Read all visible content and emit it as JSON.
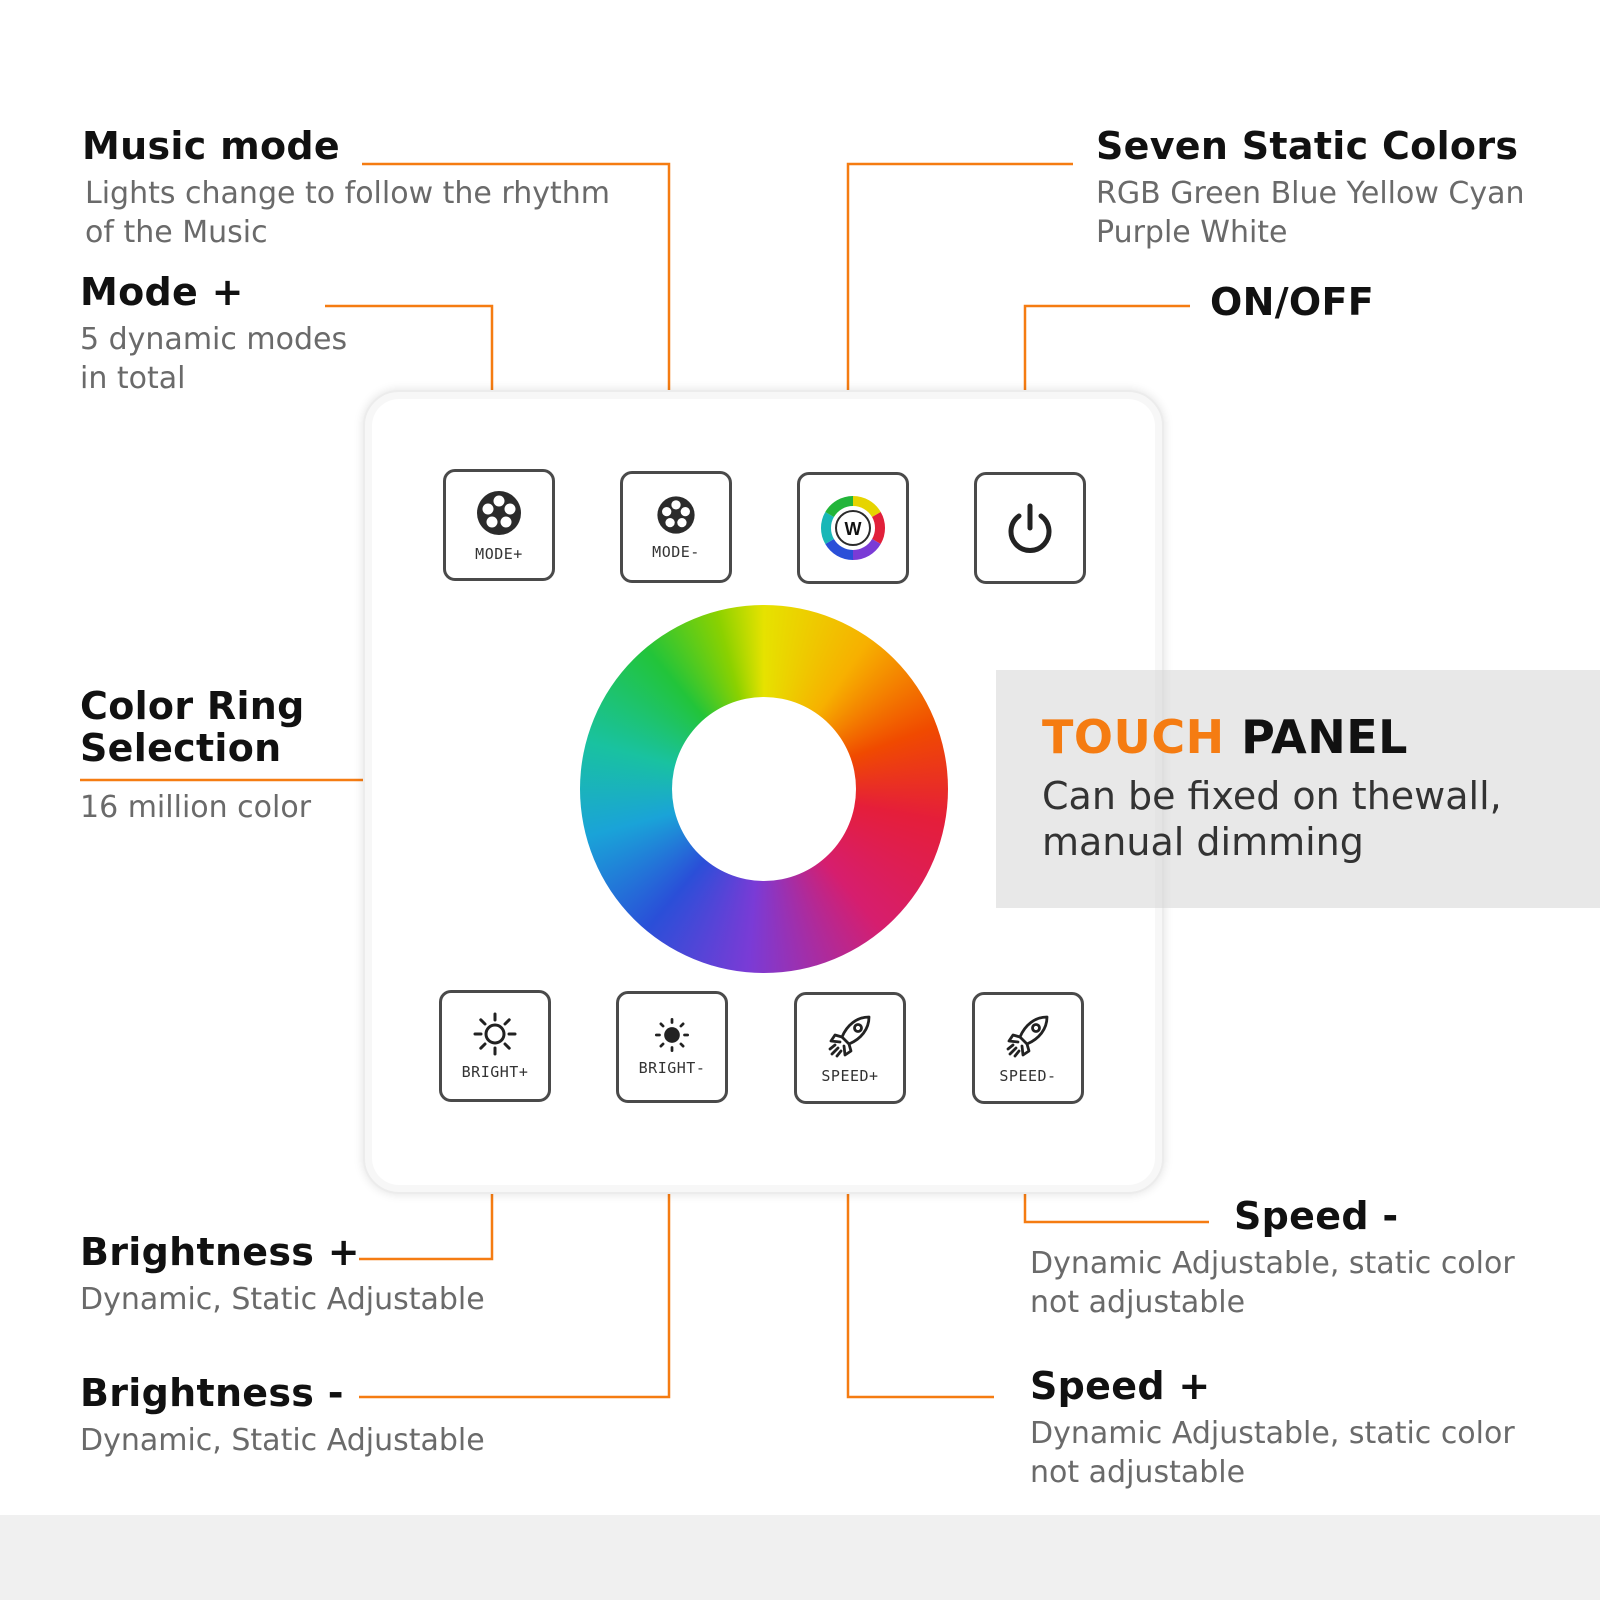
{
  "colors": {
    "accent": "#f57c12",
    "text": "#111111",
    "muted": "#6a6a6a",
    "border": "#4a4a4a"
  },
  "panel": {
    "top_keys": [
      {
        "label": "MODE+",
        "icon": "music-mode-plus-icon"
      },
      {
        "label": "MODE-",
        "icon": "music-mode-minus-icon"
      },
      {
        "label": "W",
        "icon": "white-color-ring-icon"
      },
      {
        "label": "",
        "icon": "power-icon"
      }
    ],
    "bottom_keys": [
      {
        "label": "BRIGHT+",
        "icon": "sun-large-icon"
      },
      {
        "label": "BRIGHT-",
        "icon": "sun-small-icon"
      },
      {
        "label": "SPEED+",
        "icon": "rocket-icon"
      },
      {
        "label": "SPEED-",
        "icon": "rocket-icon"
      }
    ]
  },
  "callouts": {
    "music_mode": {
      "title": "Music mode",
      "desc1": "Lights change to follow the rhythm",
      "desc2": "of the Music"
    },
    "mode_plus": {
      "title": "Mode +",
      "desc1": "5 dynamic modes",
      "desc2": "in total"
    },
    "seven_colors": {
      "title": "Seven Static Colors",
      "desc1": "RGB Green Blue Yellow Cyan",
      "desc2": "Purple White"
    },
    "on_off": {
      "title": "ON/OFF"
    },
    "color_ring": {
      "title1": "Color Ring",
      "title2": "Selection",
      "desc": "16 million color"
    },
    "brightness_plus": {
      "title": "Brightness +",
      "desc": "Dynamic, Static Adjustable"
    },
    "brightness_minus": {
      "title": "Brightness -",
      "desc": "Dynamic, Static Adjustable"
    },
    "speed_minus": {
      "title": "Speed -",
      "desc1": "Dynamic Adjustable, static color",
      "desc2": "not adjustable"
    },
    "speed_plus": {
      "title": "Speed +",
      "desc1": "Dynamic Adjustable, static color",
      "desc2": "not adjustable"
    }
  },
  "touch_panel": {
    "title_accent": "TOUCH",
    "title_rest": "PANEL",
    "desc1": "Can be fixed on thewall,",
    "desc2": "manual dimming"
  }
}
